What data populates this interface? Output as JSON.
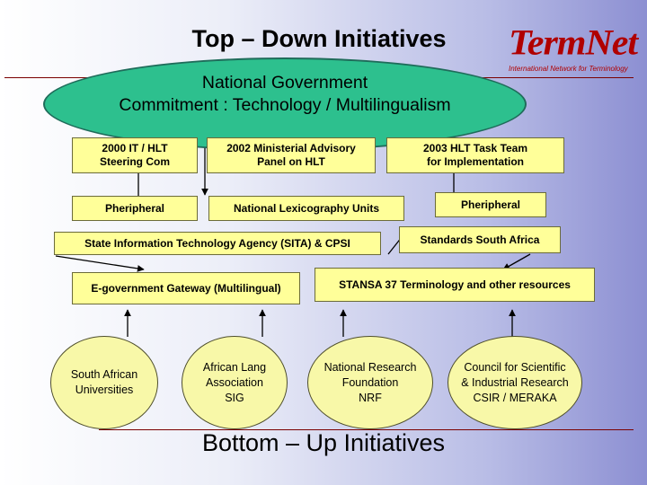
{
  "title": "Top – Down Initiatives",
  "bottom_title": "Bottom – Up Initiatives",
  "logo": {
    "wordmark": "TermNet",
    "subtitle": "International Network for Terminology",
    "color": "#b00000"
  },
  "national": {
    "line1": "National Government",
    "line2": "Commitment : Technology  /  Multilingualism",
    "color": "#2dc08e"
  },
  "boxes": {
    "it_hlt": "2000  IT / HLT\nSteering Com",
    "ministerial": "2002 Ministerial Advisory\nPanel on HLT",
    "task_team": "2003 HLT Task Team\nfor Implementation",
    "peripheral_left": "Pheripheral",
    "lexicography": "National Lexicography Units",
    "peripheral_right": "Pheripheral",
    "sita": "State Information Technology Agency (SITA)  & CPSI",
    "sabs": "Standards South Africa",
    "egov": "E-government Gateway (Multilingual)",
    "stansa": "STANSA 37 Terminology and other resources",
    "color": "#ffff99"
  },
  "ovals": {
    "universities": "South African\nUniversities",
    "african_lang": "African Lang\nAssociation\nSIG",
    "nrf": "National Research\nFoundation\nNRF",
    "csir": "Council for Scientific\n& Industrial Research\nCSIR / MERAKA"
  }
}
